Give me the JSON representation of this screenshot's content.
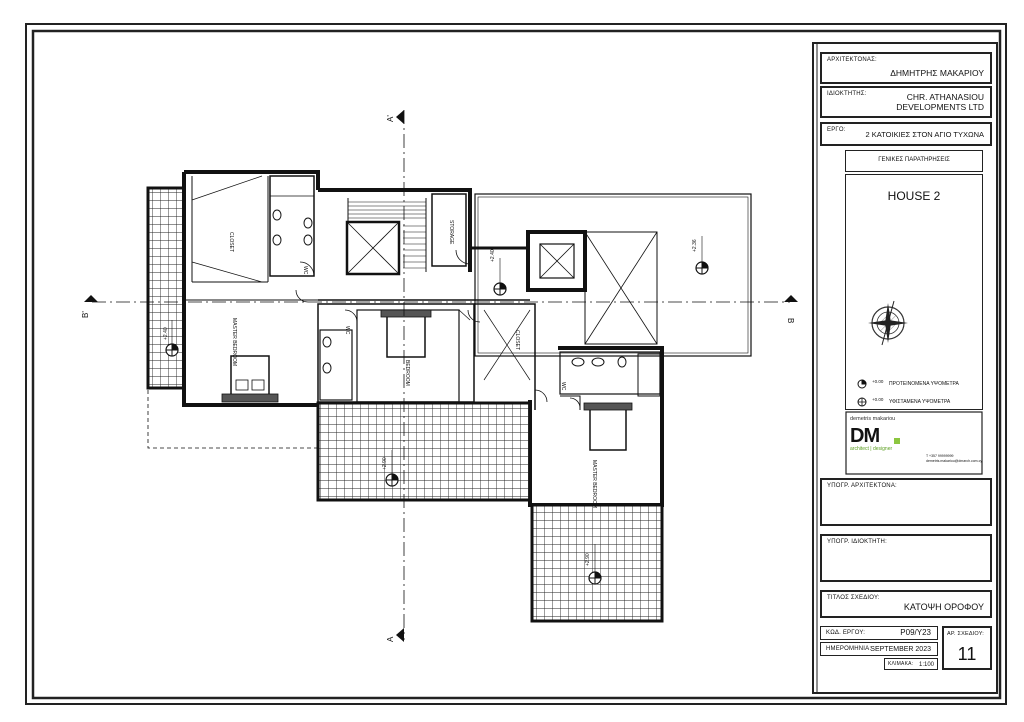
{
  "title_block": {
    "architect_label": "ΑΡΧΙΤΕΚΤΟΝΑΣ:",
    "architect_value": "ΔΗΜΗΤΡΗΣ ΜΑΚΑΡΙΟΥ",
    "owner_label": "ΙΔΙΟΚΤΗΤΗΣ:",
    "owner_value_line1": "CHR. ATHANASIOU",
    "owner_value_line2": "DEVELOPMENTS LTD",
    "project_label": "ΕΡΓΟ:",
    "project_value": "2 ΚΑΤΟΙΚΙΕΣ ΣΤΟΝ ΑΓΙΟ ΤΥΧΩΝΑ",
    "notes_header": "ΓΕΝΙΚΕΣ ΠΑΡΑΤΗΡΗΣΕΙΣ",
    "house_title": "HOUSE 2",
    "legend_proposed_level": "+0.00",
    "legend_proposed_text": "ΠΡΟΤΕΙΝΟΜΕΝΑ ΥΨΟΜΕΤΡΑ",
    "legend_existing_level": "+0.00",
    "legend_existing_text": "ΥΦΙΣΤΑΜΕΝΑ ΥΨΟΜΕΤΡΑ",
    "logo_top": "demetris makariou",
    "logo_mark": "DM",
    "logo_sub": "architect | designer",
    "logo_contact_line1": "T +357 99999999",
    "logo_contact_line2": "demetris.makariou@dmarch.com.cy",
    "architect_sign_label": "ΥΠΟΓΡ. ΑΡΧΙΤΕΚΤΟΝΑ:",
    "owner_sign_label": "ΥΠΟΓΡ. ΙΔΙΟΚΤΗΤΗ:",
    "drawing_title_label": "ΤΙΤΛΟΣ ΣΧΕΔΙΟΥ:",
    "drawing_title_value": "ΚΑΤΟΨΗ ΟΡΟΦΟΥ",
    "code_label": "ΚΩΔ. ΕΡΓΟΥ:",
    "code_value": "P09/Y23",
    "date_label": "ΗΜΕΡΟΜΗΝΙΑ:",
    "date_value": "SEPTEMBER 2023",
    "scale_label": "ΚΛΙΜΑΚΑ:",
    "scale_value": "1:100",
    "sheet_no_label": "ΑΡ. ΣΧΕΔΙΟΥ:",
    "sheet_no_value": "11"
  },
  "plan": {
    "room_closet_1": "CLOSET",
    "room_master_1": "MASTER BEDROOM",
    "room_wc_1": "WC",
    "room_storage": "STORAGE",
    "room_bedroom": "BEDROOM",
    "room_wc_2": "WC",
    "room_closet_2": "CLOSET",
    "room_wc_3": "WC",
    "room_master_2": "MASTER BEDROOM",
    "level_stair": "+2.40",
    "level_roof": "+2.36",
    "level_terrace_left": "+2.40",
    "level_terrace_mid": "+2.90",
    "level_terrace_bottom": "+2.90",
    "section_a_top": "A'",
    "section_a_bottom": "A",
    "section_b_left": "B'",
    "section_b_right": "B"
  }
}
